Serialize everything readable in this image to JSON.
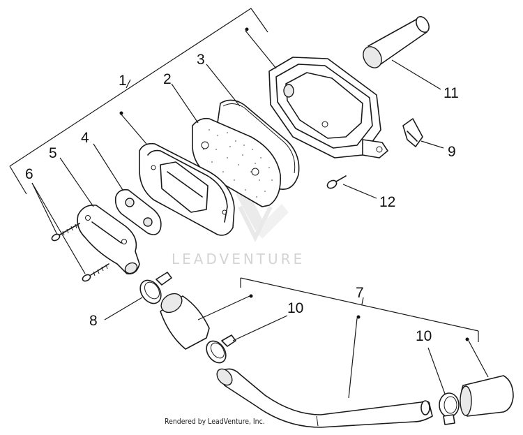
{
  "diagram": {
    "callouts": [
      {
        "id": "1",
        "label": "1"
      },
      {
        "id": "2",
        "label": "2"
      },
      {
        "id": "3",
        "label": "3"
      },
      {
        "id": "4",
        "label": "4"
      },
      {
        "id": "5",
        "label": "5"
      },
      {
        "id": "6",
        "label": "6"
      },
      {
        "id": "7",
        "label": "7"
      },
      {
        "id": "8",
        "label": "8"
      },
      {
        "id": "9",
        "label": "9"
      },
      {
        "id": "10a",
        "label": "10"
      },
      {
        "id": "10b",
        "label": "10"
      },
      {
        "id": "11",
        "label": "11"
      },
      {
        "id": "12",
        "label": "12"
      }
    ]
  },
  "watermark": {
    "brand": "LEADVENTURE"
  },
  "footer": {
    "text": "Rendered by LeadVenture, Inc."
  }
}
